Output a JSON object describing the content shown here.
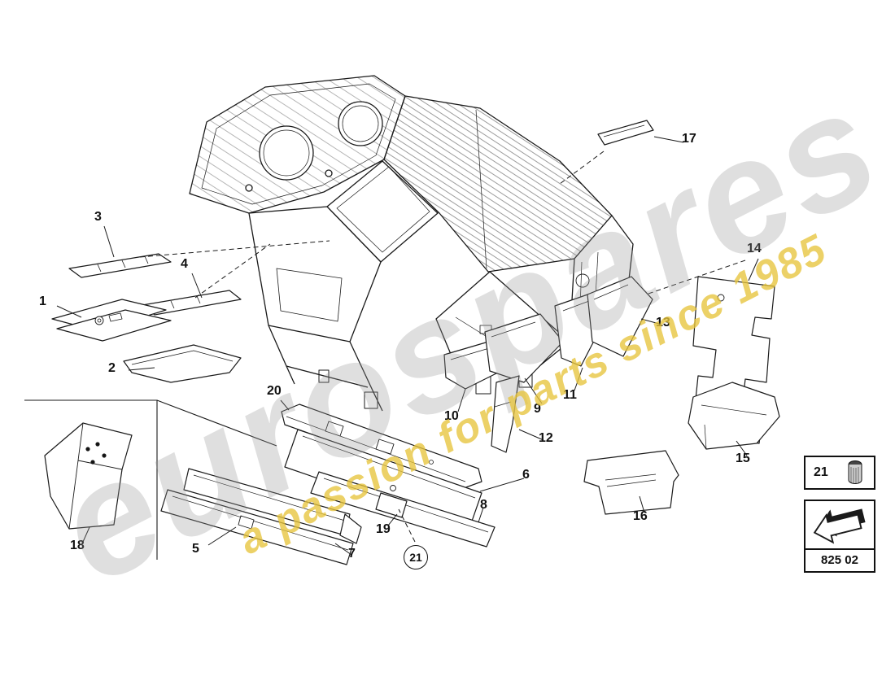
{
  "watermark": {
    "brand": "eurospares",
    "tagline": "a passion for parts since 1985"
  },
  "callouts": [
    "1",
    "2",
    "3",
    "4",
    "5",
    "6",
    "7",
    "8",
    "9",
    "10",
    "11",
    "12",
    "13",
    "14",
    "15",
    "16",
    "17",
    "18",
    "19",
    "20",
    "21"
  ],
  "legend": {
    "item_number": "21",
    "part_code": "825 02"
  },
  "icons": {
    "legend_item": "grommet-icon",
    "direction_box": "direction-arrow-icon"
  },
  "colors": {
    "line": "#1a1a1a",
    "watermark_gray": "#969696",
    "watermark_yellow": "#e7c43c"
  }
}
